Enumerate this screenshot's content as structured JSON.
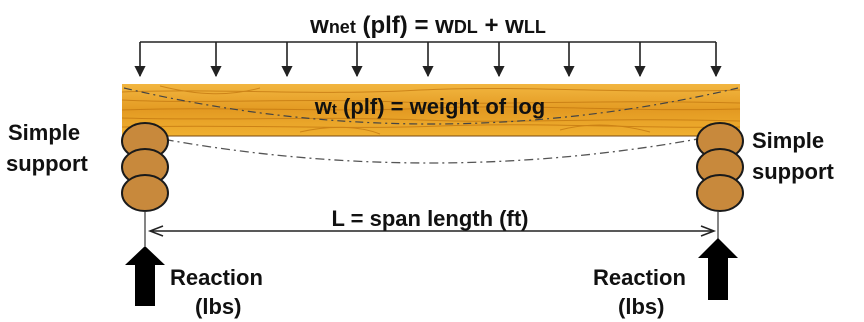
{
  "load_label": {
    "w": "w",
    "net": "net",
    "mid": " (plf) = ",
    "w_dl": "w",
    "dl": "DL",
    "plus": " + ",
    "w_ll": "w",
    "ll": "LL"
  },
  "weight_label": {
    "w": "w",
    "t": "t",
    "rest": " (plf) = weight of log"
  },
  "left_support": {
    "line1": "Simple",
    "line2": "support"
  },
  "right_support": {
    "line1": "Simple",
    "line2": "support"
  },
  "span_label": "L = span length (ft)",
  "left_reaction": {
    "line1": "Reaction",
    "line2": "(lbs)"
  },
  "right_reaction": {
    "line1": "Reaction",
    "line2": "(lbs)"
  },
  "colors": {
    "log": "#e8a22a",
    "log_grain": "#c97a14",
    "support": "#c9883a",
    "outline": "#1a1a1a"
  }
}
